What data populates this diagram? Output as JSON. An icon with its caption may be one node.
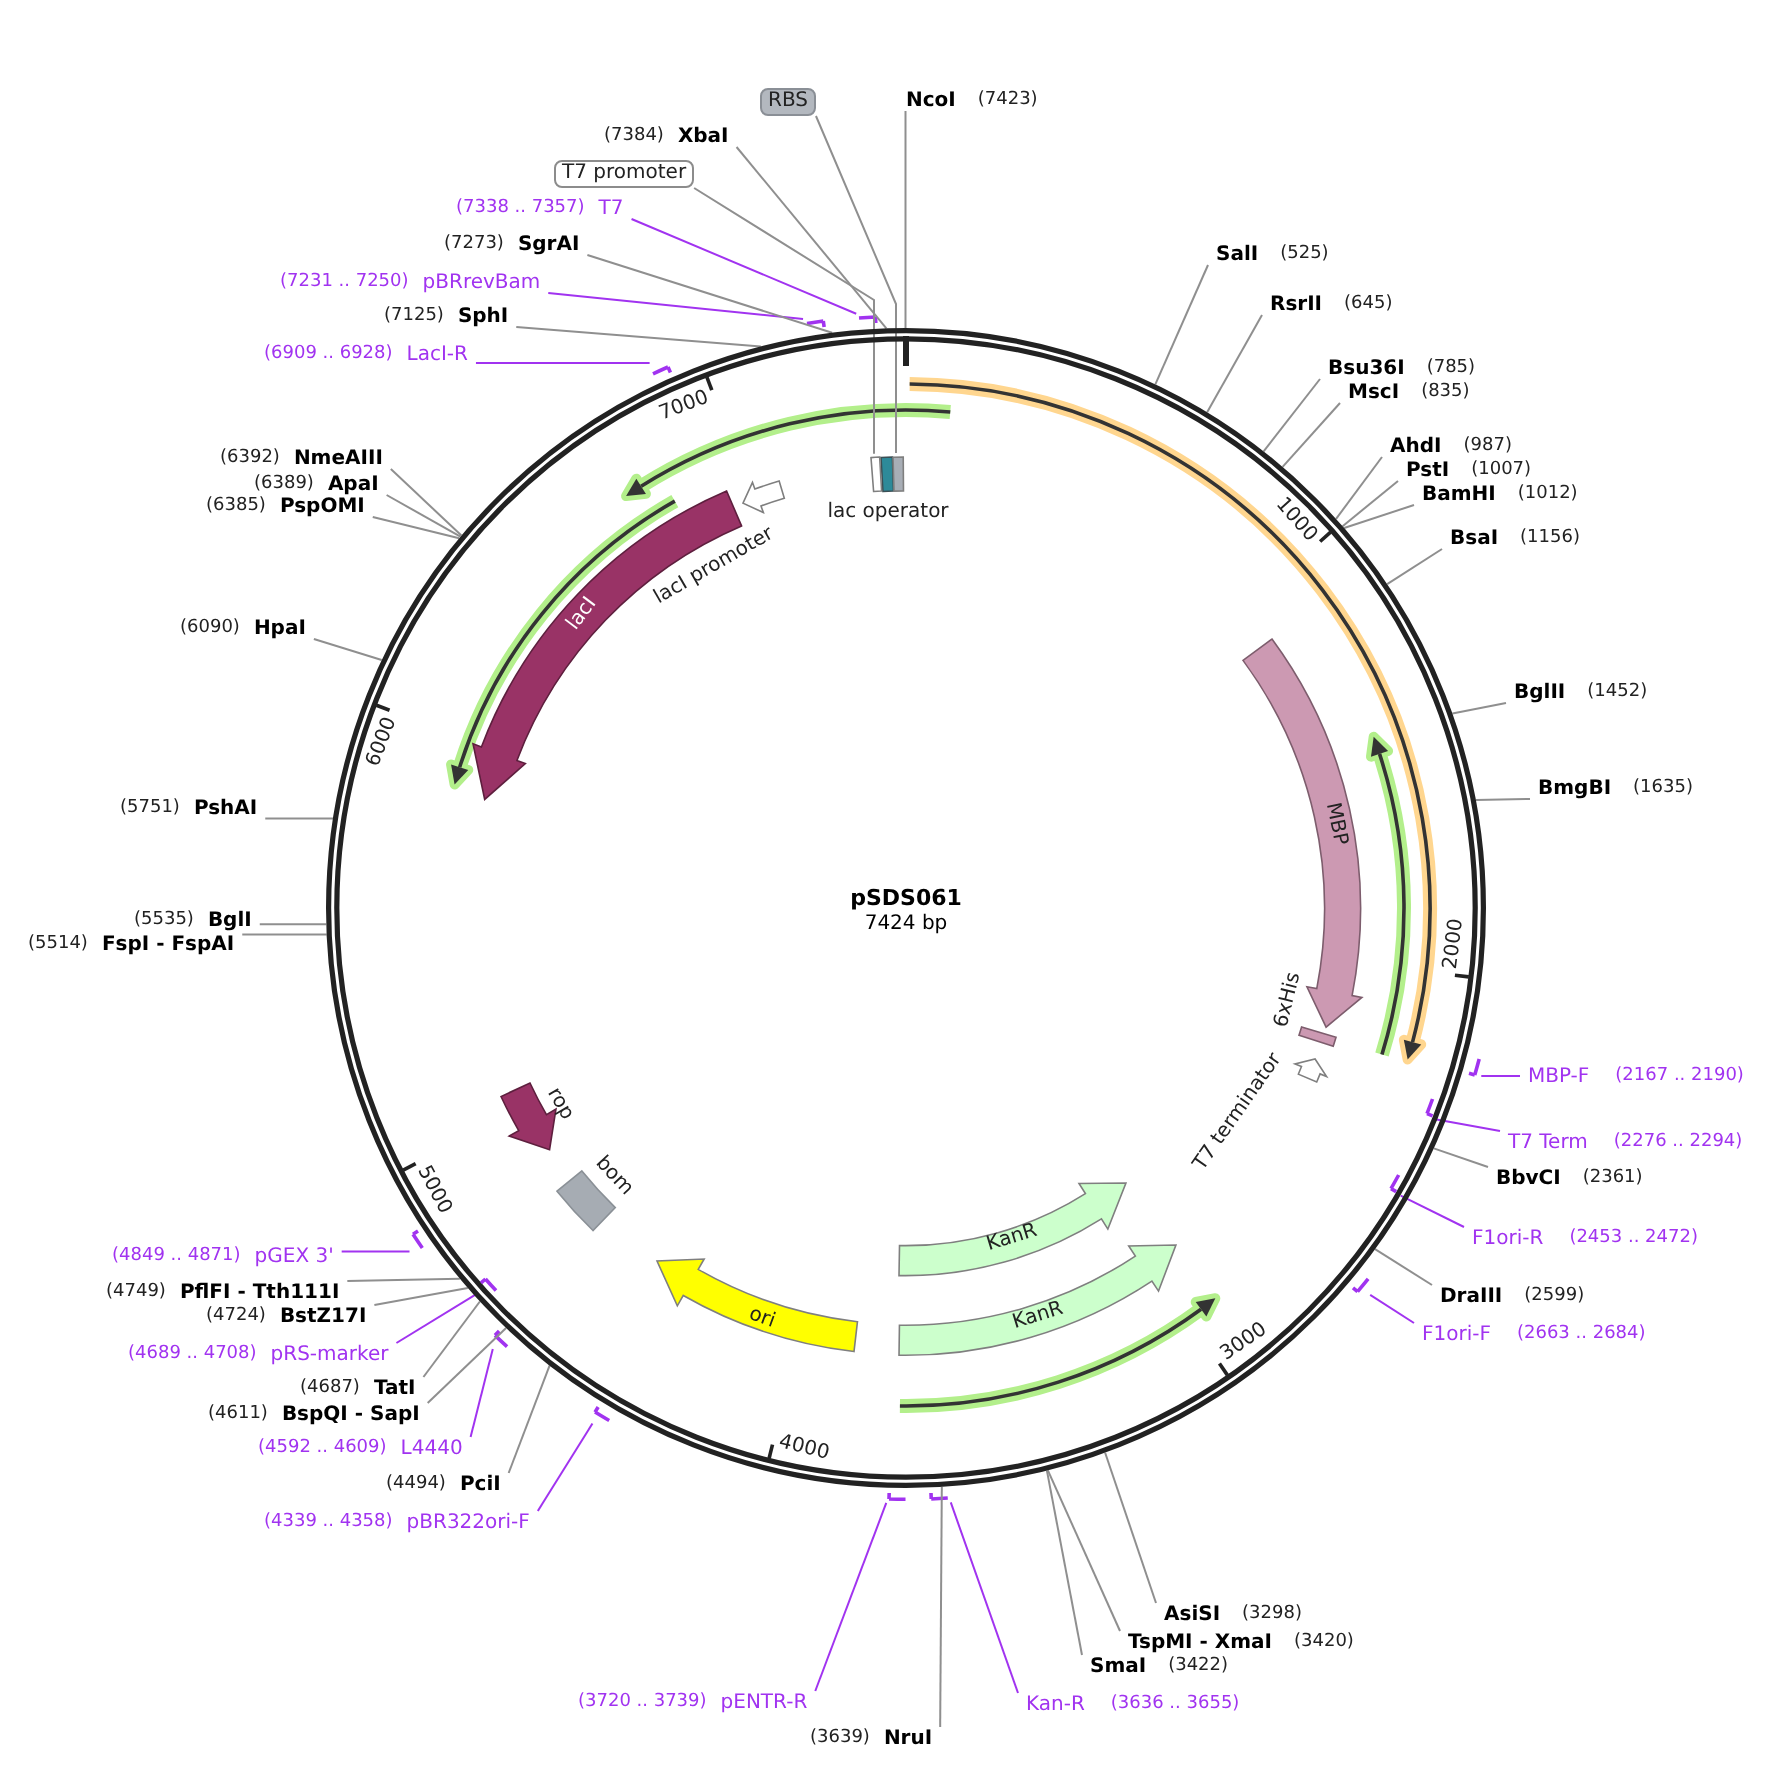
{
  "diagram": {
    "nodes": [
      {
        "text": [
          "pSDS061",
          "7424 bp"
        ]
      },
      {
        "text": [],
        "shape": "box",
        "beside": [
          "lac operator"
        ],
        "in": 0
      },
      {
        "text": [],
        "shape": "box",
        "in": 0
      },
      {
        "text": [],
        "shape": "box",
        "in": 0
      },
      {
        "text": [
          "lacI promoter"
        ],
        "in": 0
      },
      {
        "text": [
          "lacI"
        ],
        "in": 0
      },
      {
        "text": [
          "MBP"
        ],
        "in": 0
      },
      {
        "text": [],
        "shape": "box",
        "beside": [
          "6xHis"
        ],
        "in": 0
      },
      {
        "text": [],
        "shape": "arrow",
        "beside": [
          "T7 terminator"
        ],
        "in": 0
      },
      {
        "text": [
          "KanR"
        ],
        "in": 0
      },
      {
        "text": [
          "KanR"
        ],
        "in": 0
      },
      {
        "text": [
          "ori"
        ],
        "in": 0
      },
      {
        "text": [],
        "shape": "arrow",
        "beside": [
          "rop"
        ],
        "in": 0
      },
      {
        "text": [],
        "shape": "box",
        "beside": [
          "bom"
        ],
        "in": 0
      },
      {
        "text": [
          "RBS"
        ]
      },
      {
        "text": [
          "T7 promoter"
        ]
      },
      {
        "text": [
          "NcoI",
          "(7423)"
        ]
      },
      {
        "text": [
          "SalI",
          "(525)"
        ]
      },
      {
        "text": [
          "RsrII",
          "(645)"
        ]
      },
      {
        "text": [
          "Bsu36I",
          "(785)"
        ]
      },
      {
        "text": [
          "MscI",
          "(835)"
        ]
      },
      {
        "text": [
          "AhdI",
          "(987)"
        ]
      },
      {
        "text": [
          "PstI",
          "(1007)"
        ]
      },
      {
        "text": [
          "BamHI",
          "(1012)"
        ]
      },
      {
        "text": [
          "BsaI",
          "(1156)"
        ]
      },
      {
        "text": [
          "BglII",
          "(1452)"
        ]
      },
      {
        "text": [
          "BmgBI",
          "(1635)"
        ]
      },
      {
        "text": [
          "MBP-F",
          "(2167 .. 2190)"
        ]
      },
      {
        "text": [
          "T7 Term",
          "(2276 .. 2294)"
        ]
      },
      {
        "text": [
          "BbvCI",
          "(2361)"
        ]
      },
      {
        "text": [
          "F1ori-R",
          "(2453 .. 2472)"
        ]
      },
      {
        "text": [
          "DraIII",
          "(2599)"
        ]
      },
      {
        "text": [
          "F1ori-F",
          "(2663 .. 2684)"
        ]
      },
      {
        "text": [
          "AsiSI",
          "(3298)"
        ]
      },
      {
        "text": [
          "TspMI - XmaI",
          "(3420)"
        ]
      },
      {
        "text": [
          "SmaI",
          "(3422)"
        ]
      },
      {
        "text": [
          "Kan-R",
          "(3636 .. 3655)"
        ]
      },
      {
        "text": [
          "(3639)",
          "NruI"
        ]
      },
      {
        "text": [
          "(3720 .. 3739)",
          "pENTR-R"
        ]
      },
      {
        "text": [
          "(4339 .. 4358)",
          "pBR322ori-F"
        ]
      },
      {
        "text": [
          "(4494)",
          "PciI"
        ]
      },
      {
        "text": [
          "(4592 .. 4609)",
          "L4440"
        ]
      },
      {
        "text": [
          "(4611)",
          "BspQI - SapI"
        ]
      },
      {
        "text": [
          "(4687)",
          "TatI"
        ]
      },
      {
        "text": [
          "(4689 .. 4708)",
          "pRS-marker"
        ]
      },
      {
        "text": [
          "(4724)",
          "BstZ17I"
        ]
      },
      {
        "text": [
          "(4749)",
          "PflFI - Tth111I"
        ]
      },
      {
        "text": [
          "(4849 .. 4871)",
          "pGEX 3'"
        ]
      },
      {
        "text": [
          "(5514)",
          "FspI - FspAI"
        ]
      },
      {
        "text": [
          "(5535)",
          "BglI"
        ]
      },
      {
        "text": [
          "(5751)",
          "PshAI"
        ]
      },
      {
        "text": [
          "(6090)",
          "HpaI"
        ]
      },
      {
        "text": [
          "(6385)",
          "PspOMI"
        ]
      },
      {
        "text": [
          "(6389)",
          "ApaI"
        ]
      },
      {
        "text": [
          "(6392)",
          "NmeAIII"
        ]
      },
      {
        "text": [
          "(6909 .. 6928)",
          "LacI-R"
        ]
      },
      {
        "text": [
          "(7125)",
          "SphI"
        ]
      },
      {
        "text": [
          "(7231 .. 7250)",
          "pBRrevBam"
        ]
      },
      {
        "text": [
          "(7273)",
          "SgrAI"
        ]
      },
      {
        "text": [
          "(7338 .. 7357)",
          "T7"
        ]
      },
      {
        "text": [
          "(7384)",
          "XbaI"
        ]
      },
      {
        "text": [],
        "shape": "bar"
      },
      {
        "text": [],
        "shape": "bar",
        "in": 0
      },
      {
        "text": [],
        "shape": "bar",
        "in": 0
      },
      {
        "text": [],
        "shape": "bar"
      },
      {
        "text": [],
        "shape": "bar"
      },
      {
        "text": [],
        "shape": "bar"
      },
      {
        "text": [],
        "shape": "bar"
      },
      {
        "text": [],
        "shape": "bar"
      },
      {
        "text": [],
        "shape": "bar",
        "in": 0
      },
      {
        "text": [],
        "shape": "bar"
      },
      {
        "text": [],
        "shape": "bar"
      },
      {
        "text": [],
        "shape": "bar"
      },
      {
        "text": [],
        "shape": "bar"
      }
    ],
    "edges": [
      {
        "from": 14,
        "to": 3,
        "arrow": "none"
      },
      {
        "from": 15,
        "to": 2,
        "arrow": "none"
      },
      {
        "from": 16,
        "to": 0,
        "arrow": "none"
      },
      {
        "from": 17,
        "to": 0,
        "arrow": "none"
      },
      {
        "from": 18,
        "to": 0,
        "arrow": "none"
      },
      {
        "from": 19,
        "to": 0,
        "arrow": "none"
      },
      {
        "from": 20,
        "to": 0,
        "arrow": "none"
      },
      {
        "from": 21,
        "to": 0,
        "arrow": "none"
      },
      {
        "from": 22,
        "to": 0,
        "arrow": "none"
      },
      {
        "from": 23,
        "to": 0,
        "arrow": "none"
      },
      {
        "from": 24,
        "to": 0,
        "arrow": "none"
      },
      {
        "from": 25,
        "to": 0,
        "arrow": "none"
      },
      {
        "from": 26,
        "to": 0,
        "arrow": "none"
      },
      {
        "from": 27,
        "to": 61,
        "arrow": "none",
        "color": "#a133f0"
      },
      {
        "from": 28,
        "to": 62,
        "arrow": "none",
        "color": "#a133f0"
      },
      {
        "from": 29,
        "to": 0,
        "arrow": "none"
      },
      {
        "from": 30,
        "to": 63,
        "arrow": "none",
        "color": "#a133f0"
      },
      {
        "from": 31,
        "to": 0,
        "arrow": "none"
      },
      {
        "from": 32,
        "to": 64,
        "arrow": "none",
        "color": "#a133f0"
      },
      {
        "from": 33,
        "to": 0,
        "arrow": "none"
      },
      {
        "from": 34,
        "to": 0,
        "arrow": "none"
      },
      {
        "from": 35,
        "to": 0,
        "arrow": "none"
      },
      {
        "from": 36,
        "to": 65,
        "arrow": "none",
        "color": "#a133f0"
      },
      {
        "from": 37,
        "to": 0,
        "arrow": "none"
      },
      {
        "from": 38,
        "to": 66,
        "arrow": "none",
        "color": "#a133f0"
      },
      {
        "from": 39,
        "to": 67,
        "arrow": "none",
        "color": "#a133f0"
      },
      {
        "from": 40,
        "to": 0,
        "arrow": "none"
      },
      {
        "from": 41,
        "to": 68,
        "arrow": "none",
        "color": "#a133f0"
      },
      {
        "from": 42,
        "to": 0,
        "arrow": "none"
      },
      {
        "from": 43,
        "to": 0,
        "arrow": "none"
      },
      {
        "from": 44,
        "to": 69,
        "arrow": "none",
        "color": "#a133f0"
      },
      {
        "from": 45,
        "to": 0,
        "arrow": "none"
      },
      {
        "from": 46,
        "to": 0,
        "arrow": "none"
      },
      {
        "from": 47,
        "to": 70,
        "arrow": "none",
        "color": "#a133f0"
      },
      {
        "from": 48,
        "to": 0,
        "arrow": "none"
      },
      {
        "from": 49,
        "to": 0,
        "arrow": "none"
      },
      {
        "from": 50,
        "to": 0,
        "arrow": "none"
      },
      {
        "from": 51,
        "to": 0,
        "arrow": "none"
      },
      {
        "from": 52,
        "to": 0,
        "arrow": "none"
      },
      {
        "from": 53,
        "to": 0,
        "arrow": "none"
      },
      {
        "from": 54,
        "to": 0,
        "arrow": "none"
      },
      {
        "from": 55,
        "to": 71,
        "arrow": "none",
        "color": "#a133f0"
      },
      {
        "from": 56,
        "to": 0,
        "arrow": "none"
      },
      {
        "from": 57,
        "to": 72,
        "arrow": "none",
        "color": "#a133f0"
      },
      {
        "from": 58,
        "to": 0,
        "arrow": "none"
      },
      {
        "from": 59,
        "to": 73,
        "arrow": "none",
        "color": "#a133f0"
      },
      {
        "from": 60,
        "to": 0,
        "arrow": "none"
      }
    ],
    "labels": [
      "1000",
      "2000",
      "3000",
      "4000",
      "5000",
      "6000",
      "7000"
    ]
  }
}
